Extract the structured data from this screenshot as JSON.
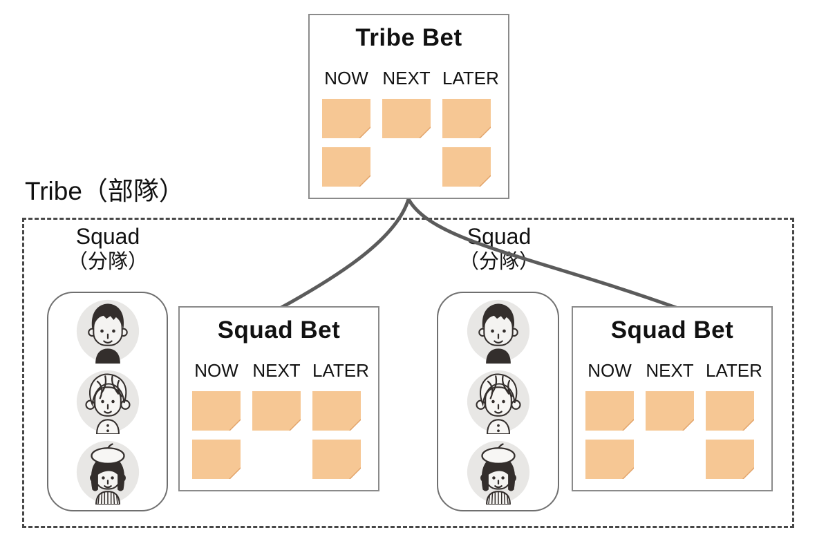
{
  "diagram": {
    "tribe_label": "Tribe（部隊）",
    "tribe_bet": {
      "title": "Tribe Bet",
      "columns": [
        "NOW",
        "NEXT",
        "LATER"
      ],
      "note_grid": [
        [
          1,
          1,
          1
        ],
        [
          1,
          0,
          1
        ]
      ]
    },
    "squads": [
      {
        "label_line1": "Squad",
        "label_line2": "（分隊）",
        "members": [
          "boy",
          "woman",
          "girl"
        ],
        "bet": {
          "title": "Squad Bet",
          "columns": [
            "NOW",
            "NEXT",
            "LATER"
          ],
          "note_grid": [
            [
              1,
              1,
              1
            ],
            [
              1,
              0,
              1
            ]
          ]
        }
      },
      {
        "label_line1": "Squad",
        "label_line2": "（分隊）",
        "members": [
          "boy",
          "woman",
          "girl"
        ],
        "bet": {
          "title": "Squad Bet",
          "columns": [
            "NOW",
            "NEXT",
            "LATER"
          ],
          "note_grid": [
            [
              1,
              1,
              1
            ],
            [
              1,
              0,
              1
            ]
          ]
        }
      }
    ],
    "colors": {
      "note": "#F6C794",
      "note_fold": "#E2A46B",
      "box_border": "#8A8A8A",
      "connector": "#5B5B5B",
      "dashed": "#474747",
      "avatar_bg": "#E8E7E5",
      "ink": "#332E2C",
      "panel_border": "#6F6F6F"
    }
  }
}
